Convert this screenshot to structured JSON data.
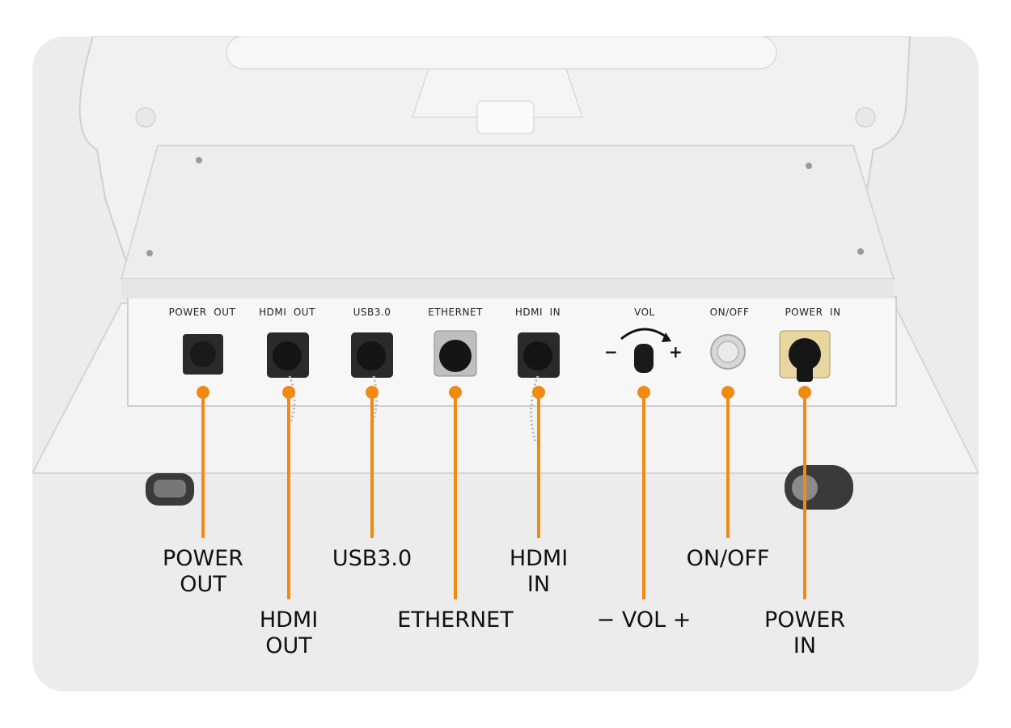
{
  "panel_labels": {
    "power_out": "POWER  OUT",
    "hdmi_out": "HDMI  OUT",
    "usb": "USB3.0",
    "ethernet": "ETHERNET",
    "hdmi_in": "HDMI  IN",
    "vol": "VOL",
    "vol_minus": "−",
    "vol_plus": "+",
    "on_off": "ON/OFF",
    "power_in": "POWER  IN"
  },
  "callouts": {
    "power_out": "POWER\nOUT",
    "hdmi_out": "HDMI\nOUT",
    "usb": "USB3.0",
    "ethernet": "ETHERNET",
    "hdmi_in": "HDMI\nIN",
    "vol": "− VOL +",
    "on_off": "ON/OFF",
    "power_in": "POWER\nIN"
  },
  "colors": {
    "accent": "#f08a12",
    "background": "#ececec",
    "device": "#f4f4f4"
  }
}
